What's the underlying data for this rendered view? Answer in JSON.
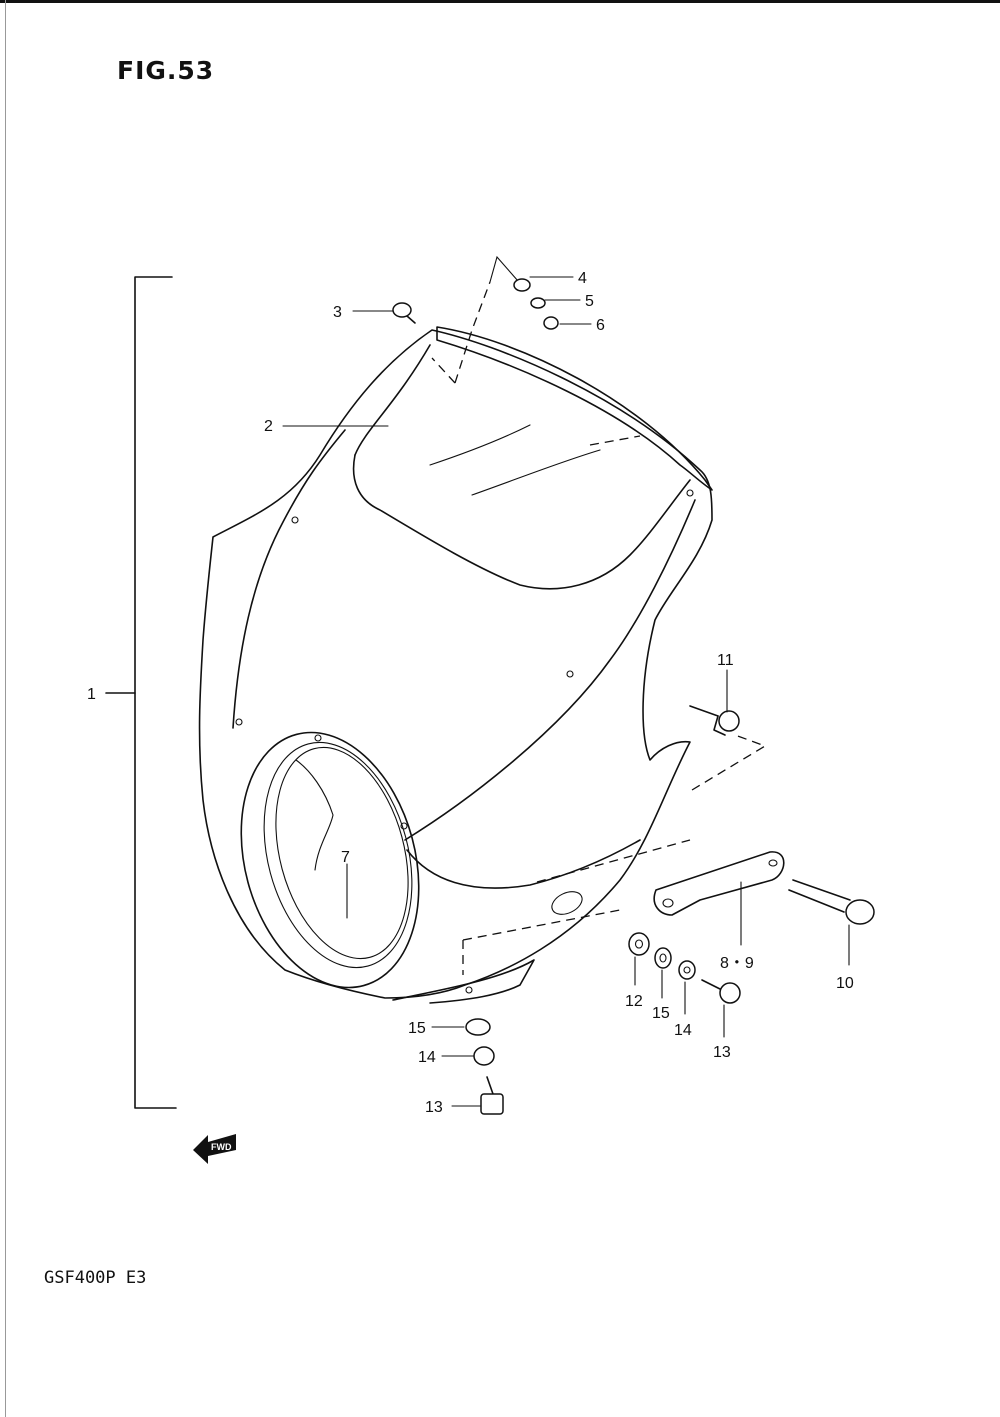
{
  "figure": {
    "title": "FIG.53",
    "model": "GSF400P E3"
  },
  "fwd_badge": "FWD",
  "callouts": {
    "c1": "1",
    "c2": "2",
    "c3": "3",
    "c4": "4",
    "c5": "5",
    "c6": "6",
    "c7": "7",
    "c8_9": "8・9",
    "c10": "10",
    "c11": "11",
    "c12": "12",
    "c13a": "13",
    "c13b": "13",
    "c14a": "14",
    "c14b": "14",
    "c15a": "15",
    "c15b": "15"
  }
}
